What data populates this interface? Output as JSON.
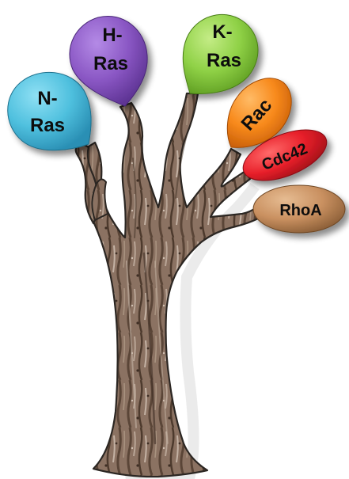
{
  "colors": {
    "background": "#ffffff",
    "bark_dark": "#5a4537",
    "bark_mid": "#8b7262",
    "bark_light": "#b9a596",
    "outline": "#2b2622"
  },
  "nodes": [
    {
      "id": "n-ras",
      "label_lines": [
        "N-",
        "Ras"
      ],
      "color": "#4fc0de",
      "color_dark": "#2a8fb4",
      "shape": "teardrop"
    },
    {
      "id": "h-ras",
      "label_lines": [
        "H-",
        "Ras"
      ],
      "color": "#8a57c4",
      "color_dark": "#5e3494",
      "shape": "teardrop"
    },
    {
      "id": "k-ras",
      "label_lines": [
        "K-",
        "Ras"
      ],
      "color": "#8fd146",
      "color_dark": "#5f9e22",
      "shape": "teardrop"
    },
    {
      "id": "rac",
      "label_lines": [
        "Rac"
      ],
      "color": "#f88a1c",
      "color_dark": "#c85e08",
      "shape": "teardrop"
    },
    {
      "id": "cdc42",
      "label_lines": [
        "Cdc42"
      ],
      "color": "#e8202a",
      "color_dark": "#a8101a",
      "shape": "oval"
    },
    {
      "id": "rhoa",
      "label_lines": [
        "RhoA"
      ],
      "color": "#c99060",
      "color_dark": "#8c5f38",
      "shape": "oval"
    }
  ]
}
